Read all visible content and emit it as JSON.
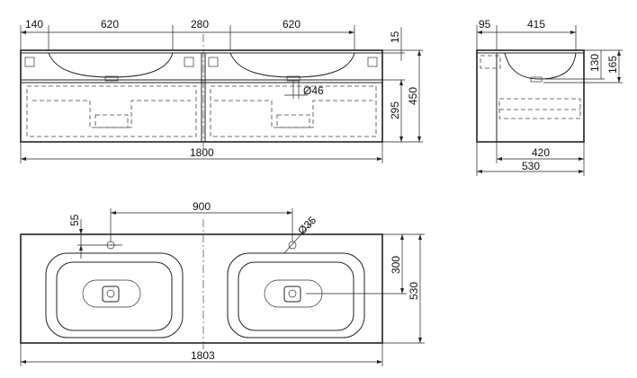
{
  "front_view": {
    "dims_top": [
      "140",
      "620",
      "280",
      "620"
    ],
    "dim_top_thickness": "15",
    "dim_height_total": "450",
    "dim_drawer_height": "295",
    "dim_hole_diameter": "Ø46",
    "dim_width_total": "1800"
  },
  "side_view": {
    "dim_offset": "95",
    "dim_basin_depth_span": "415",
    "dim_basin_130": "130",
    "dim_basin_165": "165",
    "dim_cabinet_depth": "420",
    "dim_total_depth": "530"
  },
  "top_view": {
    "dim_tap_offset": "55",
    "dim_basin_spacing": "900",
    "dim_tap_hole": "Ø35",
    "dim_drain_depth": "300",
    "dim_depth_total": "530",
    "dim_width_total": "1803"
  }
}
